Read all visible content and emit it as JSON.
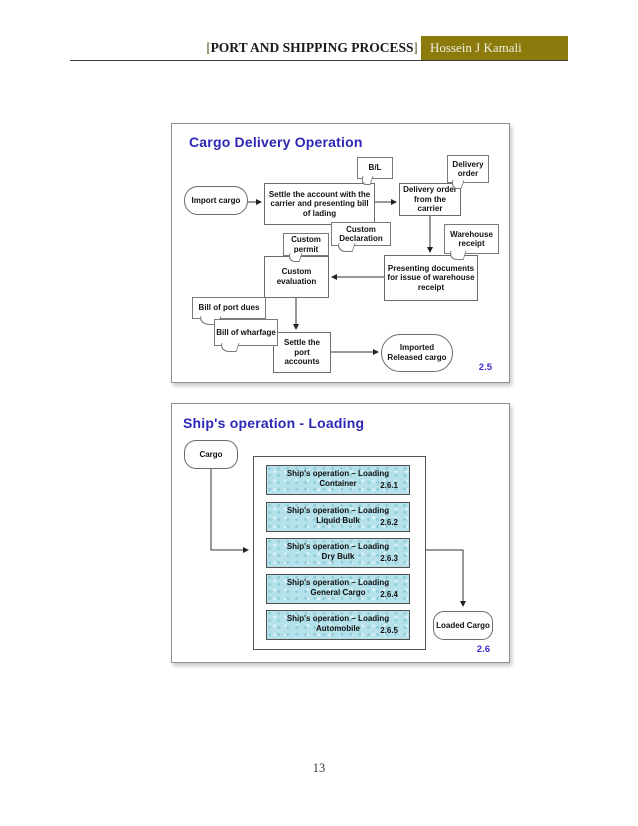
{
  "header": {
    "bracket_open": "[",
    "title": "PORT AND SHIPPING PROCESS",
    "bracket_close": "]",
    "author": "Hossein J Kamali"
  },
  "page_number": "13",
  "colors": {
    "title_blue": "#2e26b5",
    "section_number_blue": "#3a2ecc",
    "author_box_olive": "#8a7b0c",
    "operation_box_teal": "#b5e1ea"
  },
  "slide1": {
    "title": "Cargo Delivery  Operation",
    "section_number": "2.5",
    "nodes": {
      "import_cargo": "Import cargo",
      "settle_account": "Settle the account with the carrier and presenting bill of lading",
      "delivery_order_from_carrier": "Delivery order from the carrier",
      "custom_evaluation": "Custom evaluation",
      "presenting_documents": "Presenting documents for issue of warehouse receipt",
      "settle_port_accounts": "Settle the port accounts",
      "imported_released_cargo": "Imported Released cargo"
    },
    "callouts": {
      "bl": "B/L",
      "delivery_order": "Delivery order",
      "custom_declaration": "Custom Declaration",
      "custom_permit": "Custom permit",
      "warehouse_receipt": "Warehouse receipt",
      "bill_of_port_dues": "Bill of port dues",
      "bill_of_wharfage": "Bill of wharfage"
    }
  },
  "slide2": {
    "title": "Ship's operation - Loading",
    "section_number": "2.6",
    "cargo": "Cargo",
    "loaded_cargo": "Loaded Cargo",
    "operations": [
      {
        "line1": "Ship's operation – Loading",
        "name": "Container",
        "number": "2.6.1"
      },
      {
        "line1": "Ship's operation – Loading",
        "name": "Liquid Bulk",
        "number": "2.6.2"
      },
      {
        "line1": "Ship's operation – Loading",
        "name": "Dry Bulk",
        "number": "2.6.3"
      },
      {
        "line1": "Ship's operation – Loading",
        "name": "General Cargo",
        "number": "2.6.4"
      },
      {
        "line1": "Ship's operation – Loading",
        "name": "Automobile",
        "number": "2.6.5"
      }
    ]
  }
}
